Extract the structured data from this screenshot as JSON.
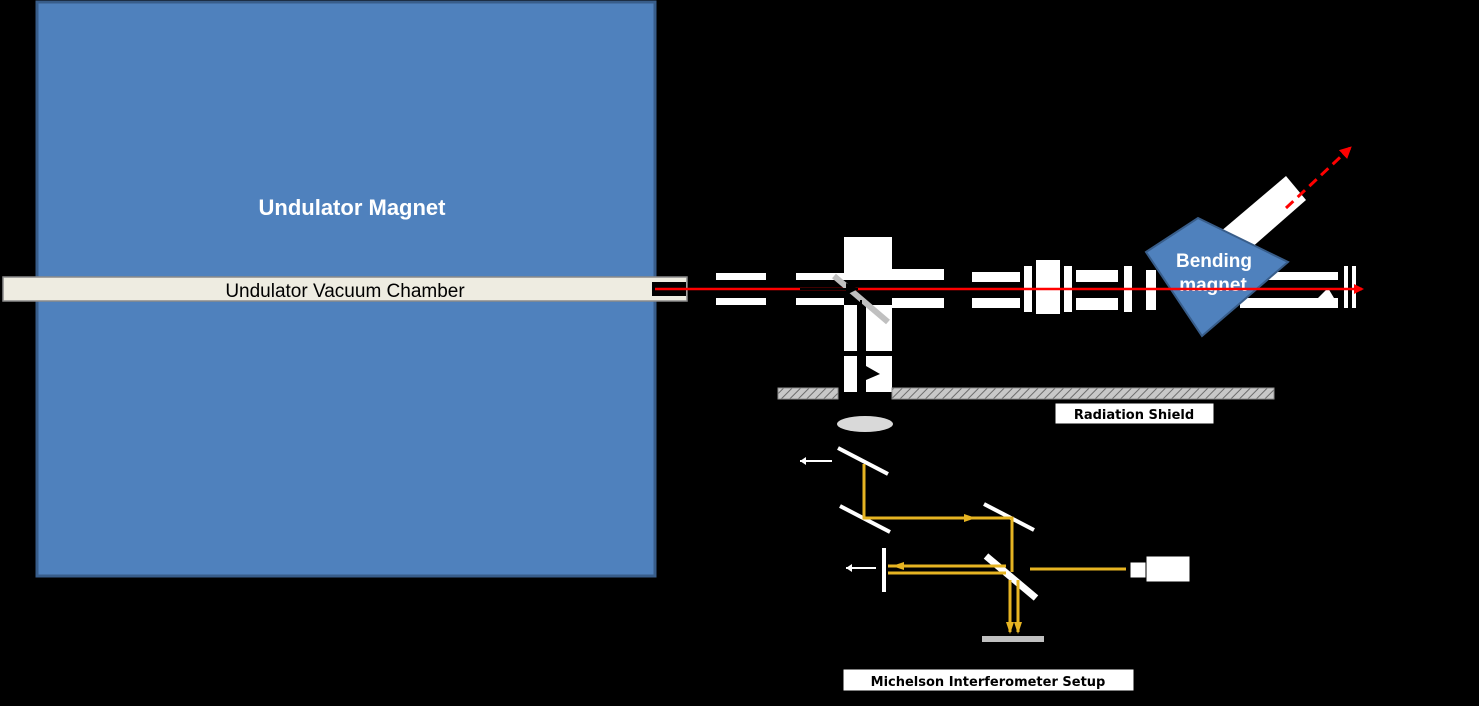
{
  "diagram": {
    "labels": {
      "undulator_magnet": "Undulator Magnet",
      "vacuum_chamber": "Undulator Vacuum Chamber",
      "bending_magnet_line1": "Bending",
      "bending_magnet_line2": "magnet",
      "radiation_shield": "Radiation Shield",
      "interferometer": "Michelson Interferometer Setup"
    },
    "colors": {
      "background": "#000000",
      "magnet_fill": "#4f81bd",
      "magnet_border": "#385d8a",
      "chamber_fill": "#eeece1",
      "beam": "#ff0000",
      "optical_beam": "#e6b422",
      "component": "#ffffff",
      "shield": "#a6a6a6"
    }
  }
}
